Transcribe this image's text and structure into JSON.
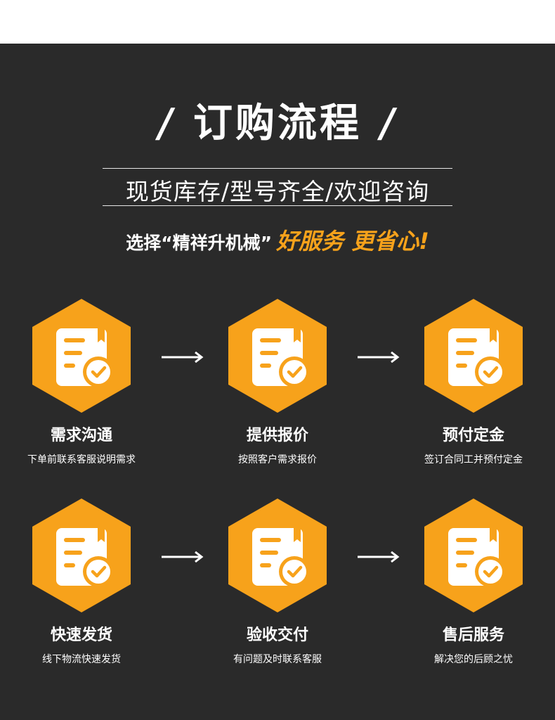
{
  "header": {
    "title": "订购流程",
    "slash_left": "/",
    "slash_right": "/",
    "subtitle": "现货库存/型号齐全/欢迎咨询",
    "slogan_prefix": "选择“精祥升机械”",
    "slogan_highlight": "好服务 更省心!"
  },
  "colors": {
    "background": "#2a2a2a",
    "accent_orange": "#f7a21b",
    "text": "#ffffff"
  },
  "steps": [
    {
      "title": "需求沟通",
      "desc": "下单前联系客服说明需求",
      "icon": "document-check-icon"
    },
    {
      "title": "提供报价",
      "desc": "按照客户需求报价",
      "icon": "document-check-icon"
    },
    {
      "title": "预付定金",
      "desc": "签订合同工并预付定金",
      "icon": "document-check-icon"
    },
    {
      "title": "快速发货",
      "desc": "线下物流快速发货",
      "icon": "document-check-icon"
    },
    {
      "title": "验收交付",
      "desc": "有问题及时联系客服",
      "icon": "document-check-icon"
    },
    {
      "title": "售后服务",
      "desc": "解决您的后顾之忧",
      "icon": "document-check-icon"
    }
  ]
}
